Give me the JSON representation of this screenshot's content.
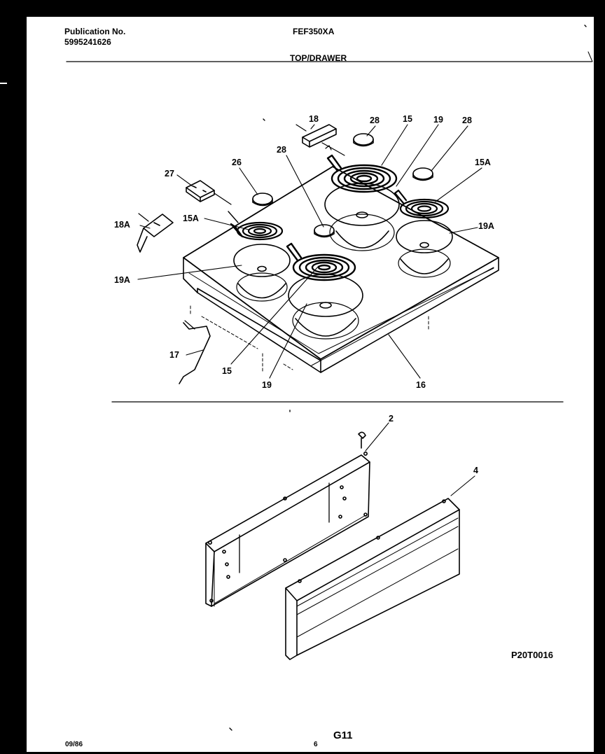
{
  "header": {
    "publication_label": "Publication No.",
    "publication_number": "5995241626",
    "model": "FEF350XA",
    "section": "TOP/DRAWER"
  },
  "diagram_labels": {
    "l18": "18",
    "l28a": "28",
    "l15a": "15",
    "l19a": "19",
    "l28b": "28",
    "l28c": "28",
    "l26": "26",
    "l27": "27",
    "l15A_r": "15A",
    "l18A": "18A",
    "l15A_l": "15A",
    "l19A_r": "19A",
    "l19A_l": "19A",
    "l17": "17",
    "l15b": "15",
    "l19b": "19",
    "l16": "16",
    "l2": "2",
    "l4": "4"
  },
  "figure_code": "P20T0016",
  "footer": {
    "date": "09/86",
    "page_number": "6",
    "page_code": "G11"
  }
}
